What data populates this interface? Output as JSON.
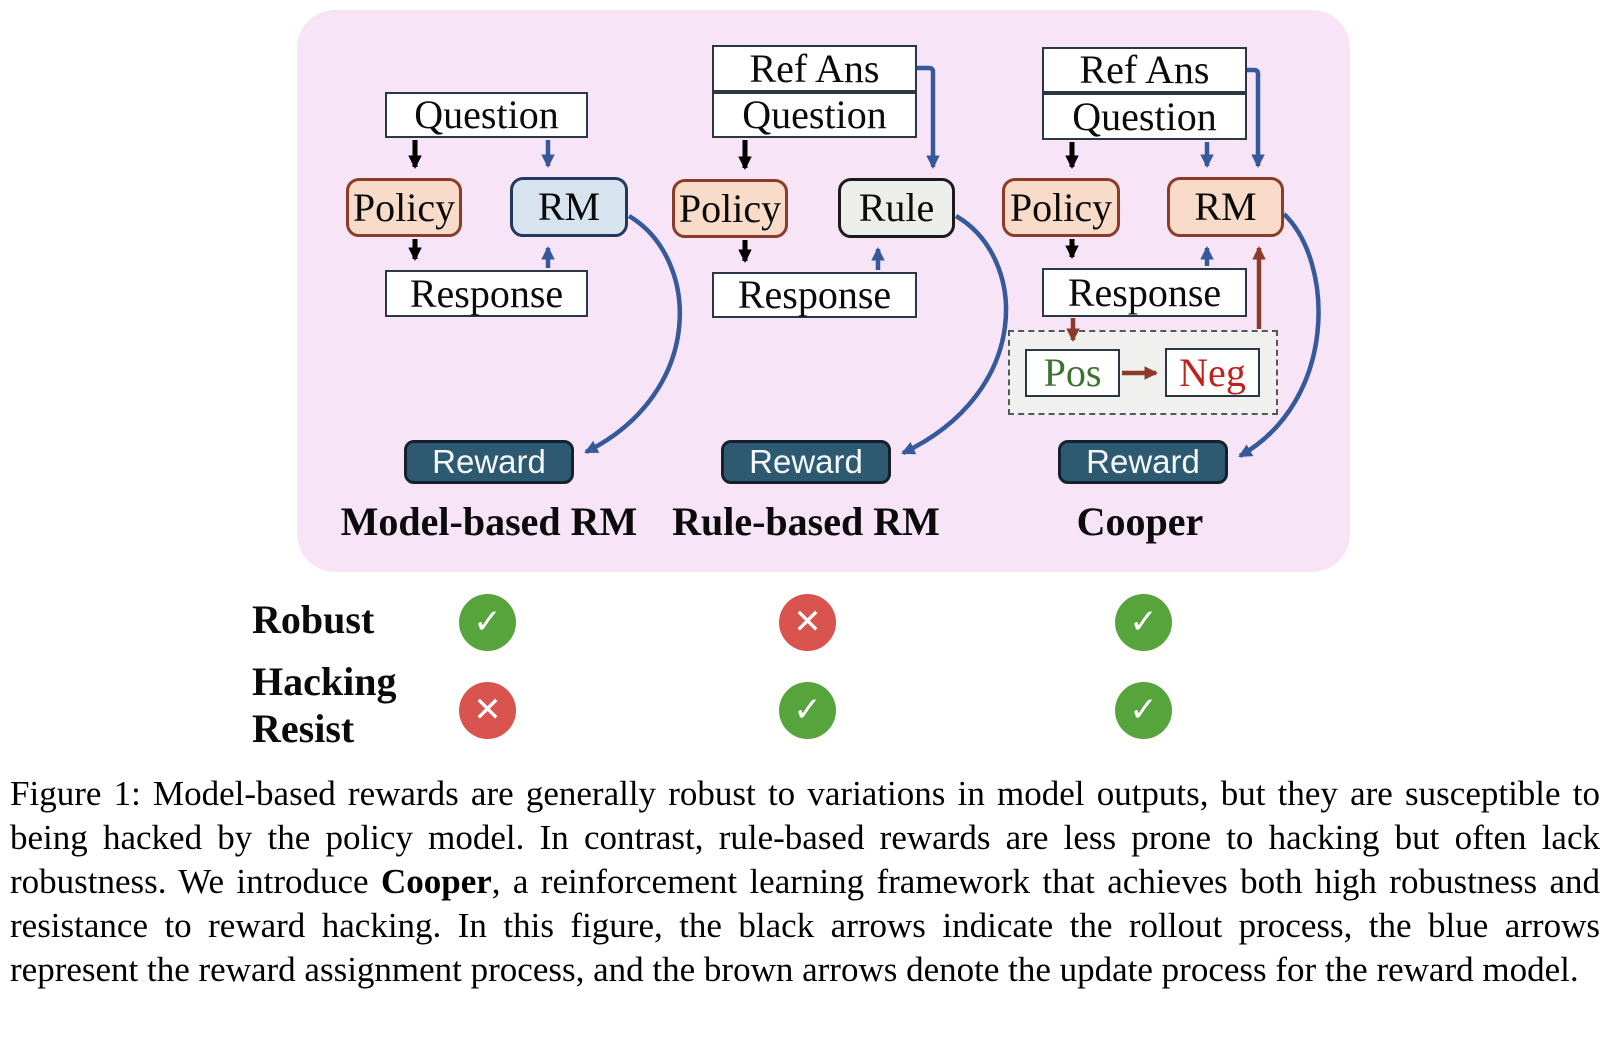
{
  "figure": {
    "diagrams": [
      {
        "name": "model-based-rm",
        "label": "Model-based RM",
        "boxes": {
          "question": "Question",
          "policy": "Policy",
          "rm": "RM",
          "response": "Response",
          "reward": "Reward"
        }
      },
      {
        "name": "rule-based-rm",
        "label": "Rule-based RM",
        "boxes": {
          "ref_ans": "Ref Ans",
          "question": "Question",
          "policy": "Policy",
          "rule": "Rule",
          "response": "Response",
          "reward": "Reward"
        }
      },
      {
        "name": "cooper",
        "label": "Cooper",
        "boxes": {
          "ref_ans": "Ref Ans",
          "question": "Question",
          "policy": "Policy",
          "rm": "RM",
          "response": "Response",
          "pos": "Pos",
          "neg": "Neg",
          "reward": "Reward"
        }
      }
    ],
    "matrix": {
      "rows": [
        {
          "label_lines": [
            "Robust"
          ],
          "values": [
            "check",
            "cross",
            "check"
          ]
        },
        {
          "label_lines": [
            "Hacking",
            "Resist"
          ],
          "values": [
            "cross",
            "check",
            "check"
          ]
        }
      ]
    },
    "icons": {
      "check": {
        "glyph": "✓",
        "color": "#57a33c"
      },
      "cross": {
        "glyph": "✕",
        "color": "#d9534f"
      }
    },
    "caption": {
      "before_bold": "Figure 1:  Model-based rewards are generally robust to variations in model outputs, but they are susceptible to being hacked by the policy model.  In contrast, rule-based rewards are less prone to hacking but often lack robustness.  We introduce ",
      "bold": "Cooper",
      "after_bold": ", a reinforcement learning framework that achieves both high robustness and resistance to reward hacking.  In this figure, the black arrows indicate the rollout process, the blue arrows represent the reward assignment process, and the brown arrows denote the update process for the reward model."
    }
  },
  "colors": {
    "panel_bg": "#f7e4f6",
    "box_border": "#2a3744",
    "policy_fill": "#f8dcc9",
    "policy_border": "#8a3c28",
    "rm_fill": "#d7e3ef",
    "rm_border": "#1f3a5c",
    "rule_fill": "#ededeb",
    "rule_border": "#1b1b1b",
    "cooper_rm_fill": "#f8dcc9",
    "cooper_rm_border": "#8a3c28",
    "reward_fill": "#2d5971",
    "reward_border": "#15222e",
    "reward_text": "#f5f8fa",
    "dashed_fill": "#f0f0ee",
    "dashed_border": "#55585a",
    "pos_text": "#3d7330",
    "neg_text": "#c2211a",
    "black_arrow": "#000000",
    "blue_arrow": "#36599b",
    "brown_arrow": "#8a3c28"
  }
}
